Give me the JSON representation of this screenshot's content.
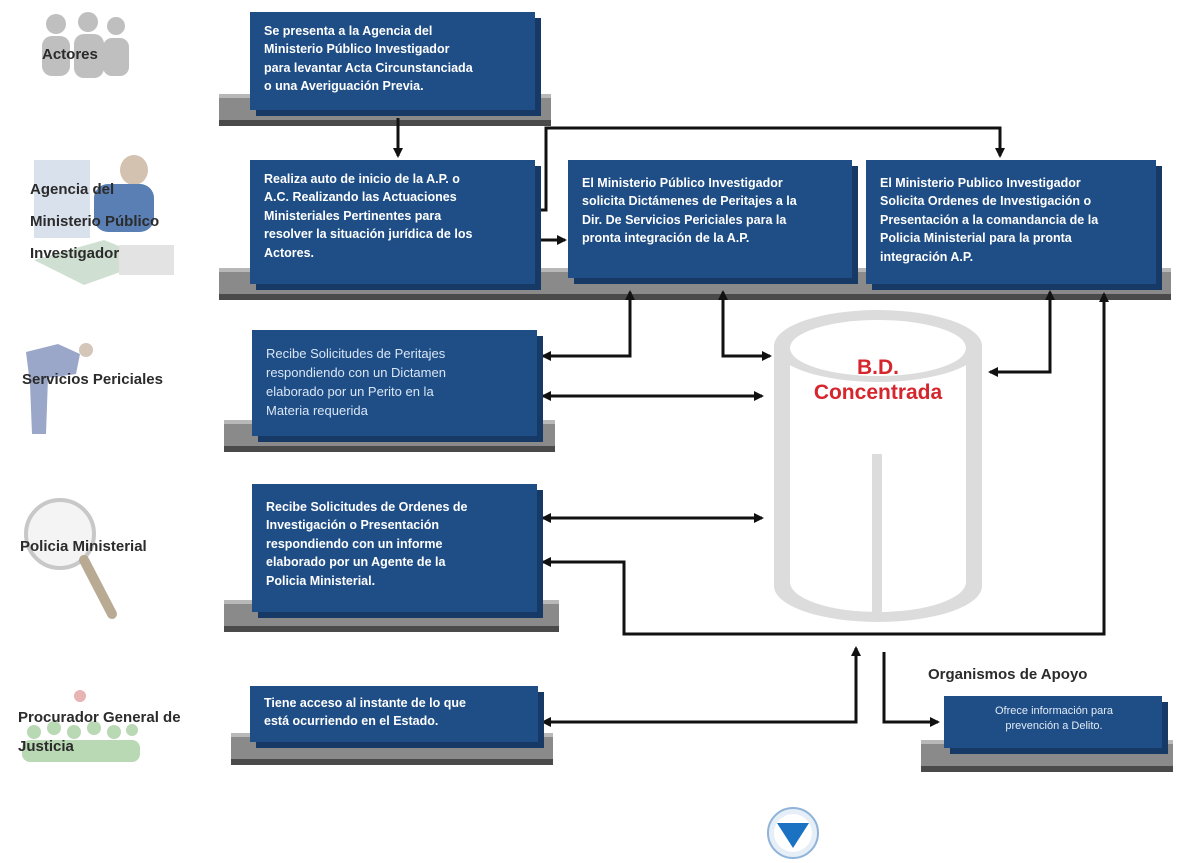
{
  "actors": [
    {
      "lines": [
        "Actores"
      ],
      "icon": "people-icon"
    },
    {
      "lines": [
        "Agencia del",
        "Ministerio Público",
        "Investigador"
      ],
      "icon": "office-worker-icon"
    },
    {
      "lines": [
        "Servicios Periciales"
      ],
      "icon": "forensic-expert-icon"
    },
    {
      "lines": [
        "Policia Ministerial"
      ],
      "icon": "magnifying-glass-icon"
    },
    {
      "lines": [
        "Procurador General de",
        "Justicia"
      ],
      "icon": "crowd-icon"
    }
  ],
  "boxes": {
    "actores": [
      "Se presenta a la Agencia del",
      "Ministerio Público Investigador",
      "para levantar Acta Circunstanciada",
      "o una Averiguación Previa."
    ],
    "auto_inicio": [
      "Realiza auto de inicio de la A.P. o",
      "A.C. Realizando las Actuaciones",
      "Ministeriales Pertinentes para",
      "resolver la situación jurídica de los",
      "Actores."
    ],
    "dictamenes": [
      "El Ministerio Público Investigador",
      "solicita Dictámenes de Peritajes a la",
      "Dir. De Servicios Periciales para la",
      "pronta integración  de la A.P."
    ],
    "ordenes": [
      "El Ministerio Publico Investigador",
      "Solicita Ordenes de Investigación o",
      "Presentación a la comandancia de la",
      "Policia Ministerial para la pronta",
      "integración A.P."
    ],
    "periciales": [
      "Recibe Solicitudes de Peritajes",
      "respondiendo con un Dictamen",
      "elaborado por un Perito en la",
      "Materia requerida"
    ],
    "policia": [
      "Recibe Solicitudes de Ordenes de",
      "Investigación o Presentación",
      "respondiendo con un informe",
      "elaborado por un Agente de la",
      "Policia Ministerial."
    ],
    "procurador": [
      "Tiene acceso al instante de lo que",
      "está ocurriendo en el Estado."
    ],
    "apoyo": [
      "Ofrece información para",
      "prevención a Delito."
    ]
  },
  "database": {
    "lines": [
      "B.D.",
      "Concentrada"
    ]
  },
  "support_title": "Organismos de Apoyo",
  "colors": {
    "box": "#1f4e86",
    "shelf": "#8a8a8a",
    "db_label": "#d6262d",
    "nav_button": "#1b72c2"
  },
  "nav_icon": "down-triangle-icon"
}
